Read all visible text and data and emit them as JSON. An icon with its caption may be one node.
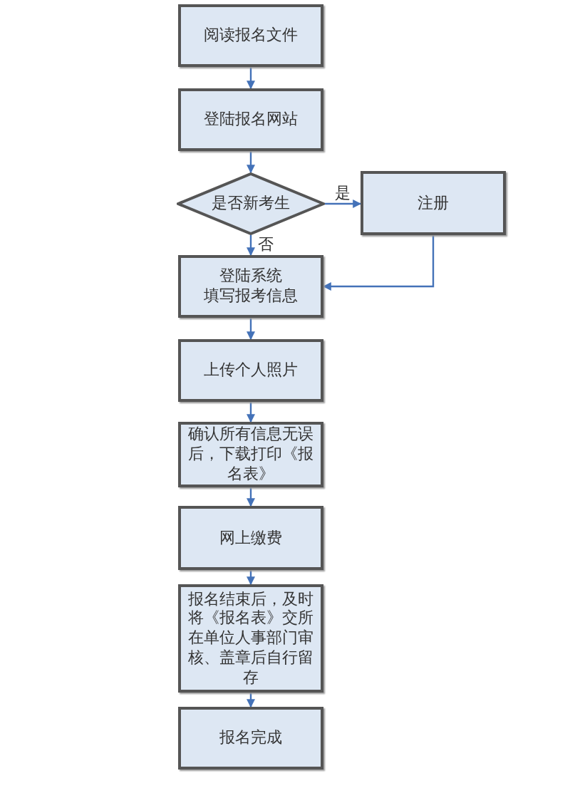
{
  "diagram": {
    "nodes": [
      {
        "text": [
          "阅读报名文件"
        ]
      },
      {
        "text": [
          "登陆报名网站"
        ]
      },
      {
        "text": [
          "是否新考生"
        ]
      },
      {
        "text": [
          "注册"
        ]
      },
      {
        "text": [
          "登陆系统",
          "填写报考信息"
        ]
      },
      {
        "text": [
          "上传个人照片"
        ]
      },
      {
        "text": [
          "确认所有信息无误后，下载打印《报名表》"
        ]
      },
      {
        "text": [
          "网上缴费"
        ]
      },
      {
        "text": [
          "报名结束后，及时将《报名表》交所在单位人事部门审核、盖章后自行留存"
        ]
      },
      {
        "text": [
          "报名完成"
        ]
      }
    ],
    "edges": [
      {
        "from": 0,
        "to": 1,
        "arrow": "to"
      },
      {
        "from": 1,
        "to": 2,
        "arrow": "to"
      },
      {
        "from": 2,
        "to": 3,
        "arrow": "to",
        "label": "是"
      },
      {
        "from": 2,
        "to": 4,
        "arrow": "to",
        "label": "否"
      },
      {
        "from": 3,
        "to": 4,
        "arrow": "to"
      },
      {
        "from": 4,
        "to": 5,
        "arrow": "to"
      },
      {
        "from": 5,
        "to": 6,
        "arrow": "to"
      },
      {
        "from": 6,
        "to": 7,
        "arrow": "to"
      },
      {
        "from": 7,
        "to": 8,
        "arrow": "to"
      },
      {
        "from": 8,
        "to": 9,
        "arrow": "to"
      }
    ]
  }
}
